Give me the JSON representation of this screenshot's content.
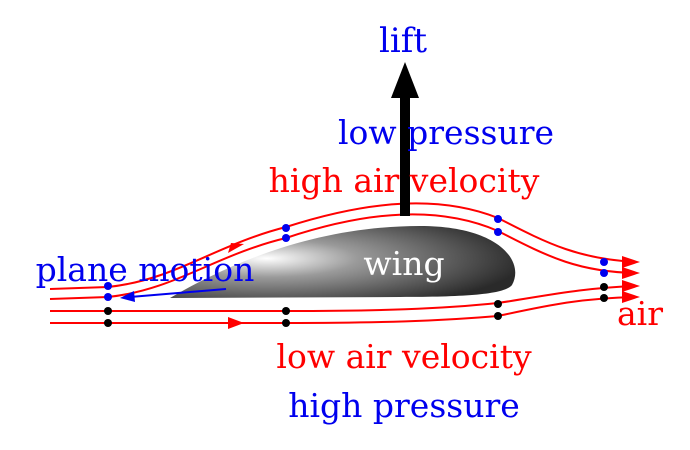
{
  "diagram": {
    "colors": {
      "streamline": "#ff0000",
      "marker_upper": "#0000ee",
      "marker_lower": "#000000",
      "lift_arrow": "#000000",
      "motion_arrow": "#0000ee",
      "blue_text": "#0000ee",
      "red_text": "#ff0000",
      "wing_light": "#ffffff",
      "wing_dark": "#2a2a2a"
    },
    "labels": {
      "lift": "lift",
      "top_pressure": "low pressure",
      "top_velocity": "high air velocity",
      "wing": "wing",
      "plane_motion": "plane motion",
      "air": "air",
      "bottom_velocity": "low air velocity",
      "bottom_pressure": "high pressure"
    }
  }
}
